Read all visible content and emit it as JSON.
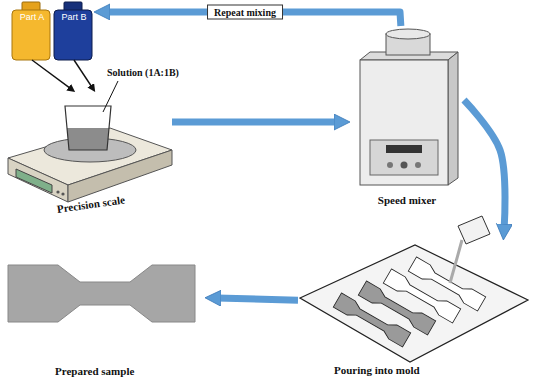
{
  "diagram": {
    "nodes": [
      {
        "text": [
          "Part A"
        ]
      },
      {
        "text": [
          "Part B"
        ]
      },
      {
        "text": [
          "Precision scale"
        ]
      },
      {
        "text": [
          "Speed mixer"
        ]
      },
      {
        "text": [
          "Pouring into mold"
        ]
      },
      {
        "text": [
          "Prepared sample"
        ]
      }
    ],
    "edges": [
      {
        "from": 3,
        "to": 1,
        "label": "Repeat mixing",
        "arrow": "to"
      },
      {
        "from": 0,
        "to": 2,
        "arrow": "to"
      },
      {
        "from": 1,
        "to": 2,
        "arrow": "to"
      },
      {
        "from": 2,
        "to": 3,
        "arrow": "to"
      },
      {
        "from": 3,
        "to": 4,
        "arrow": "to"
      },
      {
        "from": 4,
        "to": 5,
        "arrow": "to"
      }
    ],
    "labels": [
      "Solution (1A:1B)"
    ]
  }
}
